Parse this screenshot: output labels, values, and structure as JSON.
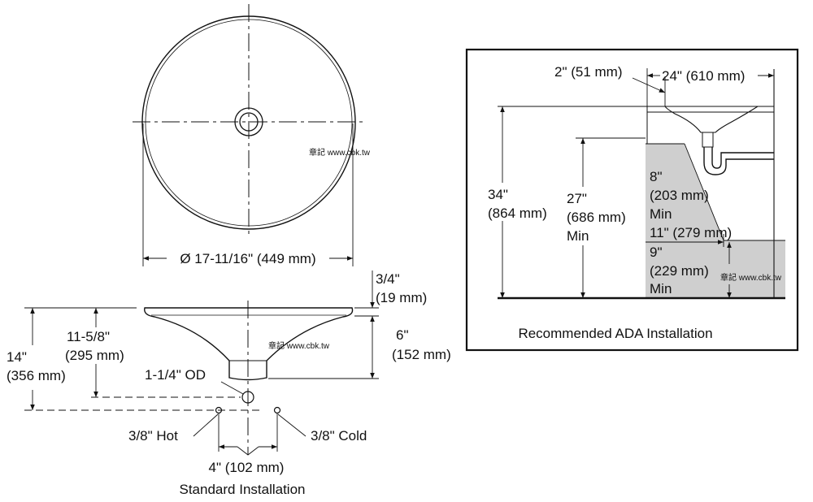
{
  "top_view": {
    "diameter_label": "Ø 17-11/16\" (449 mm)",
    "watermark": "章記 www.cbk.tw"
  },
  "side_view": {
    "rim_in": "3/4\"",
    "rim_mm": "(19 mm)",
    "depth_in": "6\"",
    "depth_mm": "(152 mm)",
    "drain_height_in": "11-5/8\"",
    "drain_height_mm": "(295 mm)",
    "overall_in": "14\"",
    "overall_mm": "(356 mm)",
    "drain_od": "1-1/4\" OD",
    "hot_label": "3/8\" Hot",
    "cold_label": "3/8\" Cold",
    "spacing_label": "4\" (102 mm)",
    "caption": "Standard Installation",
    "watermark": "章記 www.cbk.tw"
  },
  "ada": {
    "setback_label": "2\" (51 mm)",
    "width_label": "24\" (610 mm)",
    "height_in": "34\"",
    "height_mm": "(864 mm)",
    "knee_in": "27\"",
    "knee_mm": "(686 mm)",
    "knee_min": "Min",
    "knee_depth_in": "8\"",
    "knee_depth_mm": "(203 mm)",
    "knee_depth_min": "Min",
    "toe_depth_label": "11\" (279 mm)",
    "toe_height_in": "9\"",
    "toe_height_mm": "(229 mm)",
    "toe_height_min": "Min",
    "caption": "Recommended ADA Installation",
    "watermark": "章記 www.cbk.tw"
  },
  "colors": {
    "line": "#111111",
    "clearance_fill": "#cfcfcf"
  }
}
